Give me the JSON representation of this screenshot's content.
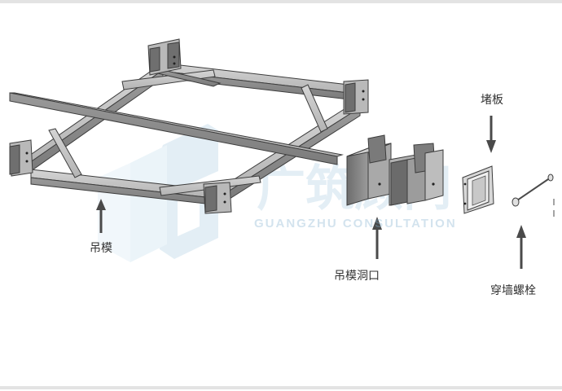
{
  "labels": {
    "hanging_mold": "吊模",
    "hanging_mold_opening": "吊模洞口",
    "blocking_plate": "堵板",
    "wall_bolt": "穿墙螺栓"
  },
  "watermark": {
    "text_cn": "广筑顾问",
    "text_en": "GUANGZHU CONSULTATION",
    "monogram": "GZ"
  },
  "colors": {
    "steel_top": "#c7c7c7",
    "steel_side": "#8f8f8f",
    "steel_edge": "#3d3d3d",
    "arrow": "#4a4a4a",
    "watermark": "#9cc3dc"
  }
}
